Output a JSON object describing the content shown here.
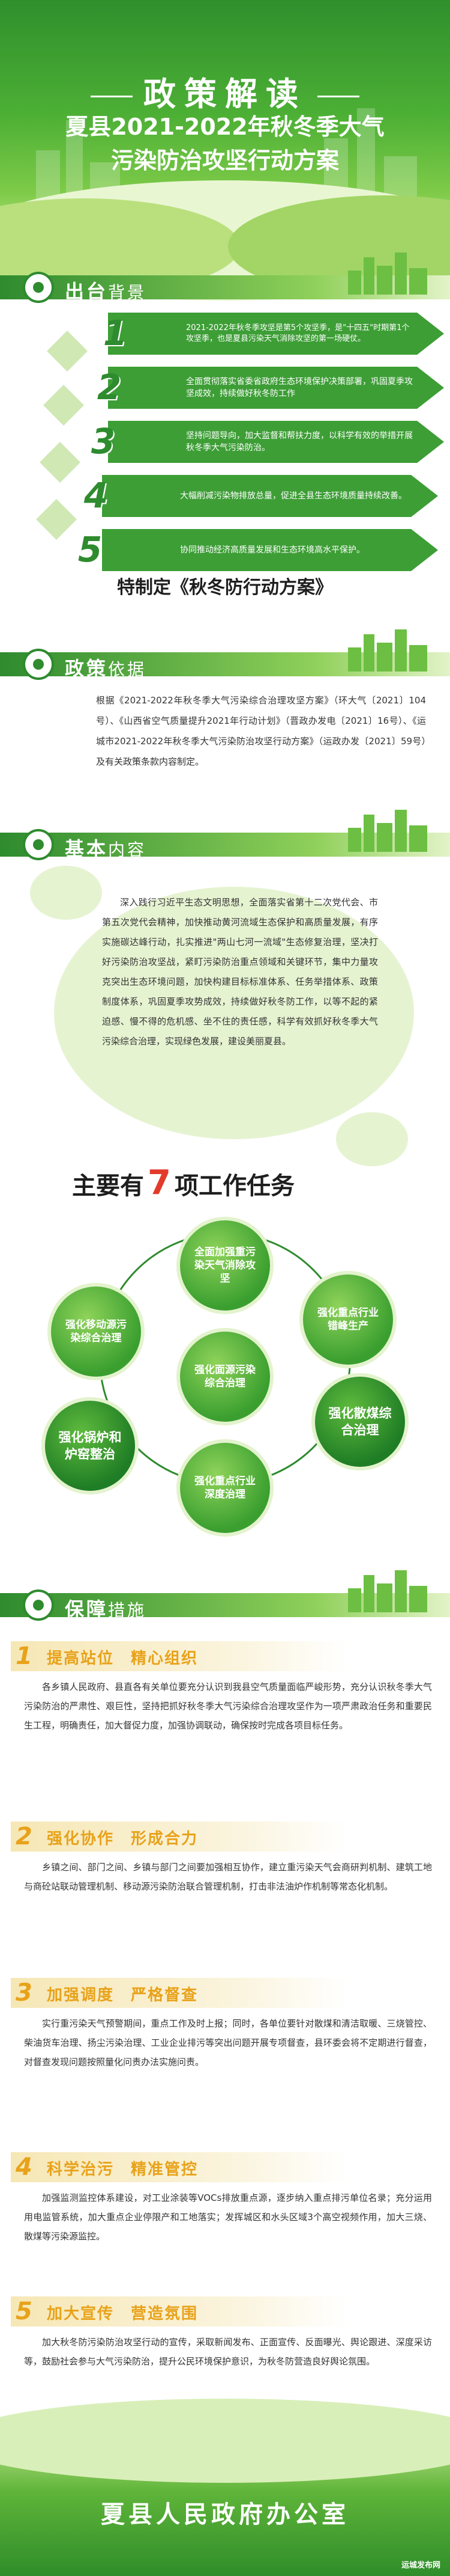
{
  "header": {
    "title": "政策解读",
    "subtitle_line1": "夏县2021-2022年秋冬季大气",
    "subtitle_line2": "污染防治攻坚行动方案"
  },
  "section_background": {
    "title_bold": "出台",
    "title_light": "背景"
  },
  "background_steps": [
    {
      "num": "1",
      "text": "2021-2022年秋冬季攻坚是第5个攻坚季，是\"十四五\"时期第1个攻坚季，也是夏县污染天气消除攻坚的第一场硬仗。"
    },
    {
      "num": "2",
      "text": "全面贯彻落实省委省政府生态环境保护决策部署，巩固夏季攻坚成效，持续做好秋冬防工作"
    },
    {
      "num": "3",
      "text": "坚持问题导向，加大监督和帮扶力度，以科学有效的举措开展秋冬季大气污染防治。"
    },
    {
      "num": "4",
      "text": "大幅削减污染物排放总量，促进全县生态环境质量持续改善。"
    },
    {
      "num": "5",
      "text": "协同推动经济高质量发展和生态环境高水平保护。"
    }
  ],
  "special_title": "特制定《秋冬防行动方案》",
  "section_basis": {
    "title_bold": "政策",
    "title_light": "依据"
  },
  "basis_text": "根据《2021-2022年秋冬季大气污染综合治理攻坚方案》（环大气〔2021〕104号）、《山西省空气质量提升2021年行动计划》（晋政办发电〔2021〕16号）、《运城市2021-2022年秋冬季大气污染防治攻坚行动方案》（运政办发〔2021〕59号）及有关政策条款内容制定。",
  "section_content": {
    "title_bold": "基本",
    "title_light": "内容"
  },
  "content_text": "深入践行习近平生态文明思想，全面落实省第十二次党代会、市第五次党代会精神，加快推动黄河流域生态保护和高质量发展，有序实施碳达峰行动，扎实推进\"两山七河一流域\"生态修复治理，坚决打好污染防治攻坚战，紧盯污染防治重点领域和关键环节，集中力量攻克突出生态环境问题，加快构建目标标准体系、任务举措体系、政策制度体系，巩固夏季攻势成效，持续做好秋冬防工作，以等不起的紧迫感、慢不得的危机感、坐不住的责任感，科学有效抓好秋冬季大气污染综合治理，实现绿色发展，建设美丽夏县。",
  "tasks_title": {
    "prefix": "主要有",
    "count": "7",
    "suffix": "项工作任务"
  },
  "tasks": [
    "全面加强重污染天气消除攻坚",
    "强化重点行业错峰生产",
    "强化散煤综合治理",
    "强化重点行业深度治理",
    "强化锅炉和炉窑整治",
    "强化移动源污染综合治理",
    "强化面源污染综合治理"
  ],
  "section_guarantee": {
    "title_bold": "保障",
    "title_light": "措施"
  },
  "guarantees": [
    {
      "num": "1",
      "title": "提高站位　精心组织",
      "text": "各乡镇人民政府、县直各有关单位要充分认识到我县空气质量面临严峻形势，充分认识秋冬季大气污染防治的严肃性、艰巨性，坚持把抓好秋冬季大气污染综合治理攻坚作为一项严肃政治任务和重要民生工程，明确责任，加大督促力度，加强协调联动，确保按时完成各项目标任务。"
    },
    {
      "num": "2",
      "title": "强化协作　形成合力",
      "text": "乡镇之间、部门之间、乡镇与部门之间要加强相互协作，建立重污染天气会商研判机制、建筑工地与商砼站联动管理机制、移动源污染防治联合管理机制，打击非法油炉作机制等常态化机制。"
    },
    {
      "num": "3",
      "title": "加强调度　严格督查",
      "text": "实行重污染天气预警期间，重点工作及时上报；同时，各单位要针对散煤和清洁取暖、三烧管控、柴油货车治理、扬尘污染治理、工业企业排污等突出问题开展专项督查，县环委会将不定期进行督查，对督查发现问题按照量化问责办法实施问责。"
    },
    {
      "num": "4",
      "title": "科学治污　精准管控",
      "text": "加强监测监控体系建设，对工业涂装等VOCs排放重点源，逐步纳入重点排污单位名录；充分运用用电监管系统，加大重点企业停限产和工地落实；发挥城区和水头区域3个高空视频作用，加大三烧、散煤等污染源监控。"
    },
    {
      "num": "5",
      "title": "加大宣传　营造氛围",
      "text": "加大秋冬防污染防治攻坚行动的宣传，采取新闻发布、正面宣传、反面曝光、舆论跟进、深度采访等，鼓励社会参与大气污染防治，提升公民环境保护意识，为秋冬防营造良好舆论氛围。"
    }
  ],
  "footer": {
    "text": "夏县人民政府办公室",
    "watermark": "运城发布网"
  }
}
